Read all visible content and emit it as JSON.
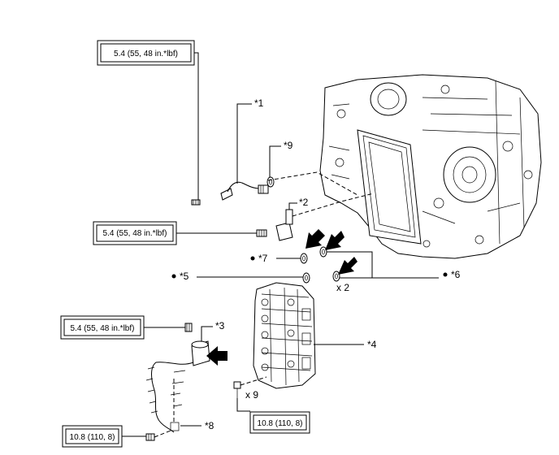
{
  "torque_specs": {
    "spec_1": "5.4 (55, 48 in.*lbf)",
    "spec_2": "5.4 (55, 48 in.*lbf)",
    "spec_3": "5.4 (55, 48 in.*lbf)",
    "spec_4": "10.8 (110, 8)",
    "spec_5": "10.8 (110, 8)"
  },
  "callouts": {
    "c1": "*1",
    "c2": "*2",
    "c3": "*3",
    "c4": "*4",
    "c5": "*5",
    "c6": "*6",
    "c7": "*7",
    "c8": "*8",
    "c9": "*9"
  },
  "quantities": {
    "gaskets": "x 2",
    "bolts": "x 9"
  }
}
